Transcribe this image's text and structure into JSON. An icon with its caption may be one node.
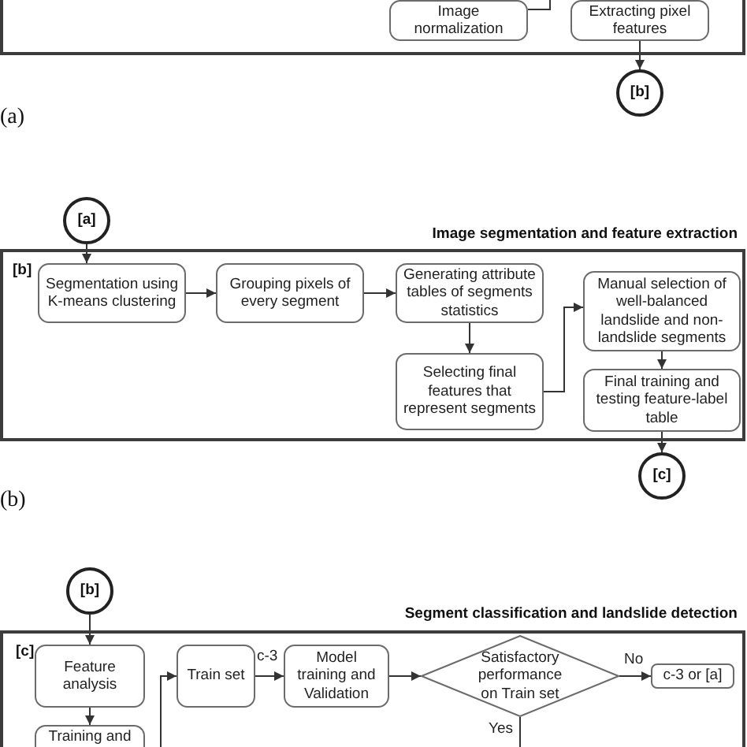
{
  "diagram": {
    "nodes": [
      {
        "text": [],
        "shape": "box"
      },
      {
        "text": [
          "Image normalization"
        ],
        "in": 0
      },
      {
        "text": [
          "Extracting pixel features"
        ],
        "in": 0
      },
      {
        "text": [
          "[b]"
        ]
      },
      {
        "text": [
          "[a]"
        ]
      },
      {
        "text": [
          "Image segmentation and feature extraction",
          "[b]"
        ]
      },
      {
        "text": [
          "Segmentation using K-means clustering"
        ],
        "in": 5
      },
      {
        "text": [
          "Grouping pixels of every segment"
        ],
        "in": 5
      },
      {
        "text": [
          "Generating attribute tables of segments statistics"
        ],
        "in": 5
      },
      {
        "text": [
          "Manual selection of well-balanced landslide and non-landslide segments"
        ],
        "in": 5
      },
      {
        "text": [
          "Selecting final features that represent segments"
        ],
        "in": 5
      },
      {
        "text": [
          "Final training and testing feature-label table"
        ],
        "in": 5
      },
      {
        "text": [
          "[c]"
        ]
      },
      {
        "text": [
          "[b]"
        ]
      },
      {
        "text": [
          "Segment classification and landslide detection",
          "[c]"
        ]
      },
      {
        "text": [
          "Feature analysis"
        ],
        "in": 14
      },
      {
        "text": [
          "Train set"
        ],
        "in": 14
      },
      {
        "text": [
          "Model training and Validation"
        ],
        "in": 14
      },
      {
        "text": [
          "Satisfactory performance on Train set"
        ],
        "in": 14
      },
      {
        "text": [
          "c-3 or [a]"
        ],
        "in": 14
      },
      {
        "text": [
          "Training and"
        ],
        "in": 14
      }
    ],
    "edges": [
      {
        "from": 1,
        "to": null,
        "arrow": "none"
      },
      {
        "from": 2,
        "to": 3,
        "arrow": "to"
      },
      {
        "from": 4,
        "to": 6,
        "arrow": "to"
      },
      {
        "from": 6,
        "to": 7,
        "arrow": "to"
      },
      {
        "from": 7,
        "to": 8,
        "arrow": "to"
      },
      {
        "from": 8,
        "to": 10,
        "arrow": "to"
      },
      {
        "from": 10,
        "to": 9,
        "arrow": "to"
      },
      {
        "from": 9,
        "to": 11,
        "arrow": "to"
      },
      {
        "from": 11,
        "to": 12,
        "arrow": "to"
      },
      {
        "from": 13,
        "to": 15,
        "arrow": "to"
      },
      {
        "from": 16,
        "to": 17,
        "arrow": "to",
        "label": "c-3"
      },
      {
        "from": 17,
        "to": 18,
        "arrow": "to"
      },
      {
        "from": 18,
        "to": 19,
        "arrow": "to",
        "label": "No"
      },
      {
        "from": 18,
        "to": null,
        "arrow": "none",
        "label": "Yes"
      },
      {
        "from": 15,
        "to": 20,
        "arrow": "to"
      },
      {
        "from": null,
        "to": 16,
        "arrow": "to"
      }
    ],
    "labels": [
      "(a)",
      "(b)"
    ]
  }
}
